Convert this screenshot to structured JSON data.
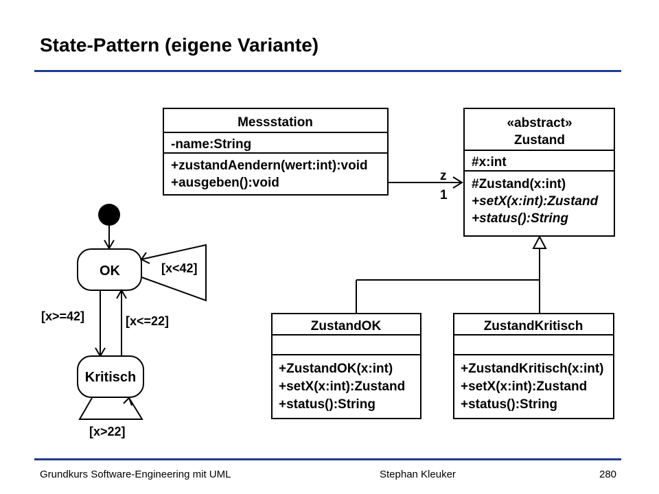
{
  "slide": {
    "title": "State-Pattern (eigene Variante)"
  },
  "footer": {
    "left": "Grundkurs Software-Engineering mit UML",
    "center": "Stephan Kleuker",
    "page": "280"
  },
  "classes": {
    "messstation": {
      "name": "Messstation",
      "attributes": [
        "-name:String"
      ],
      "operations": [
        "+zustandAendern(wert:int):void",
        "+ausgeben():void"
      ]
    },
    "zustand": {
      "stereotype": "«abstract»",
      "name": "Zustand",
      "attributes": [
        "#x:int"
      ],
      "operations": [
        "#Zustand(x:int)",
        "+setX(x:int):Zustand",
        "+status():String"
      ]
    },
    "zustandOK": {
      "name": "ZustandOK",
      "operations": [
        "+ZustandOK(x:int)",
        "+setX(x:int):Zustand",
        "+status():String"
      ]
    },
    "zustandKritisch": {
      "name": "ZustandKritisch",
      "operations": [
        "+ZustandKritisch(x:int)",
        "+setX(x:int):Zustand",
        "+status():String"
      ]
    }
  },
  "association": {
    "role": "z",
    "multiplicity": "1"
  },
  "state_machine": {
    "states": [
      "OK",
      "Kritisch"
    ],
    "transitions": {
      "ok_self": "[x<42]",
      "ok_to_kritisch": "[x>=42]",
      "kritisch_to_ok": "[x<=22]",
      "kritisch_self": "[x>22]"
    }
  }
}
